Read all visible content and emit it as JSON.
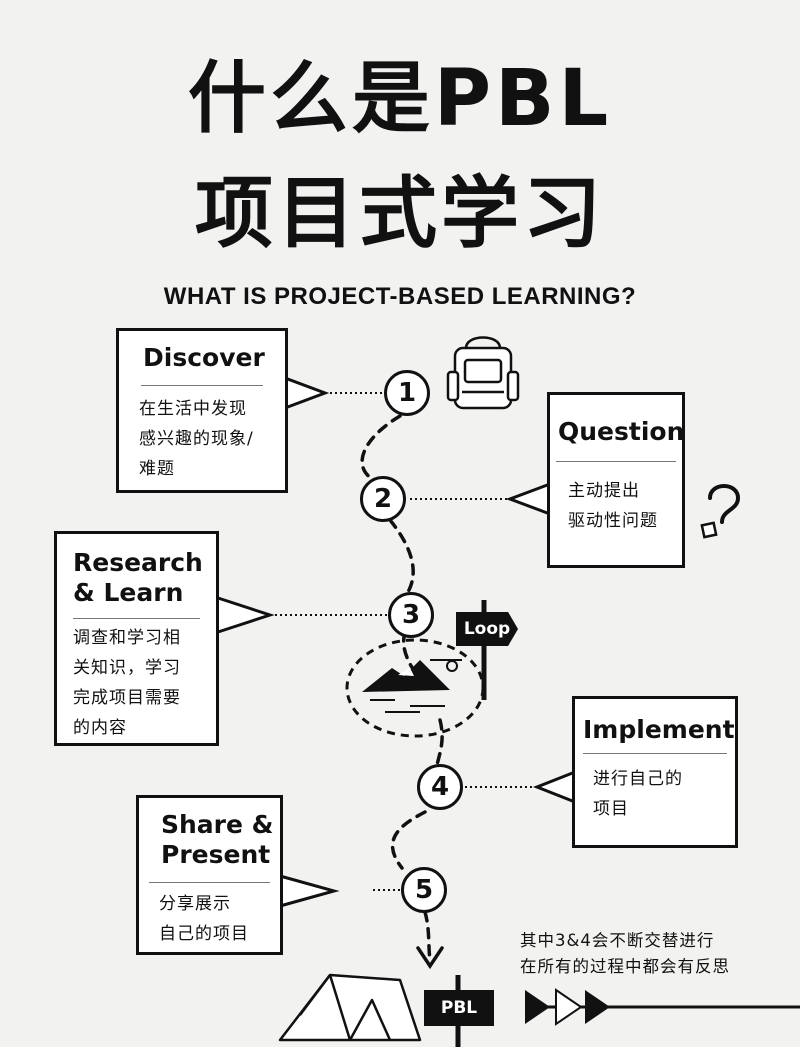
{
  "title": {
    "line1": "什么是PBL",
    "line2": "项目式学习"
  },
  "subtitle": "WHAT IS PROJECT-BASED LEARNING?",
  "steps": [
    {
      "number": "1",
      "heading": "Discover",
      "body": "在生活中发现\n感兴趣的现象/\n难题"
    },
    {
      "number": "2",
      "heading": "Question",
      "body": "主动提出\n驱动性问题"
    },
    {
      "number": "3",
      "heading": "Research\n& Learn",
      "body": "调查和学习相\n关知识，学习\n完成项目需要\n的内容"
    },
    {
      "number": "4",
      "heading": "Implement",
      "body": "进行自己的\n项目"
    },
    {
      "number": "5",
      "heading": "Share &\nPresent",
      "body": "分享展示\n自己的项目"
    }
  ],
  "loop_sign": "Loop",
  "pbl_sign": "PBL",
  "footnote": "其中3&4会不断交替进行\n在所有的过程中都会有反思",
  "icons": [
    "backpack-icon",
    "question-mark-icon",
    "mountain-island-icon",
    "tent-icon",
    "fast-forward-arrows-icon"
  ]
}
